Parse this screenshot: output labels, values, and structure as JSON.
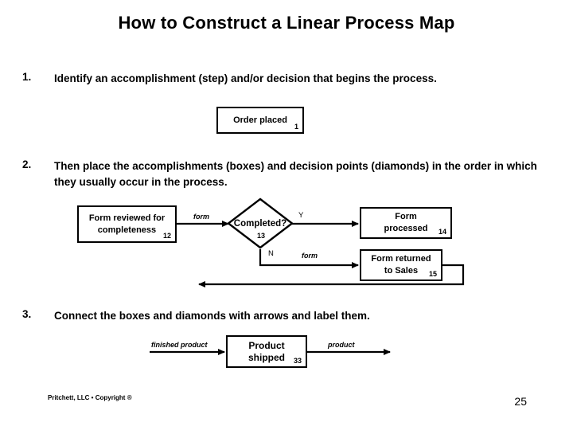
{
  "slide": {
    "title": "How to Construct a Linear Process Map",
    "page_number": "25",
    "footer": "Pritchett, LLC • Copyright ®",
    "background": "#ffffff",
    "ink": "#000000"
  },
  "steps": [
    {
      "number": "1.",
      "text": "Identify an accomplishment (step) and/or decision that begins the process."
    },
    {
      "number": "2.",
      "text": "Then place the accomplishments (boxes) and decision points (diamonds) in the order in which they usually occur in the process."
    },
    {
      "number": "3.",
      "text": "Connect the boxes and diamonds with arrows and label them."
    }
  ],
  "diagram1": {
    "nodes": [
      {
        "id": "order-placed",
        "type": "box",
        "label": "Order placed",
        "index": "1"
      }
    ]
  },
  "diagram2": {
    "nodes": [
      {
        "id": "form-reviewed",
        "type": "box",
        "label_line1": "Form reviewed for",
        "label_line2": "completeness",
        "index": "12"
      },
      {
        "id": "completed",
        "type": "diamond",
        "label": "Completed?",
        "index": "13"
      },
      {
        "id": "form-processed",
        "type": "box",
        "label_line1": "Form",
        "label_line2": "processed",
        "index": "14"
      },
      {
        "id": "form-returned",
        "type": "box",
        "label_line1": "Form returned",
        "label_line2": "to Sales",
        "index": "15"
      }
    ],
    "edges": [
      {
        "id": "reviewed-to-completed",
        "label": "form"
      },
      {
        "id": "completed-yes",
        "label": "Y"
      },
      {
        "id": "completed-no",
        "label": "N"
      },
      {
        "id": "no-to-returned",
        "label": "form"
      },
      {
        "id": "returned-feedback",
        "label": ""
      }
    ]
  },
  "diagram3": {
    "nodes": [
      {
        "id": "product-shipped",
        "type": "box",
        "label_line1": "Product",
        "label_line2": "shipped",
        "index": "33"
      }
    ],
    "edges": [
      {
        "id": "incoming",
        "label": "finished product"
      },
      {
        "id": "outgoing",
        "label": "product"
      }
    ]
  }
}
